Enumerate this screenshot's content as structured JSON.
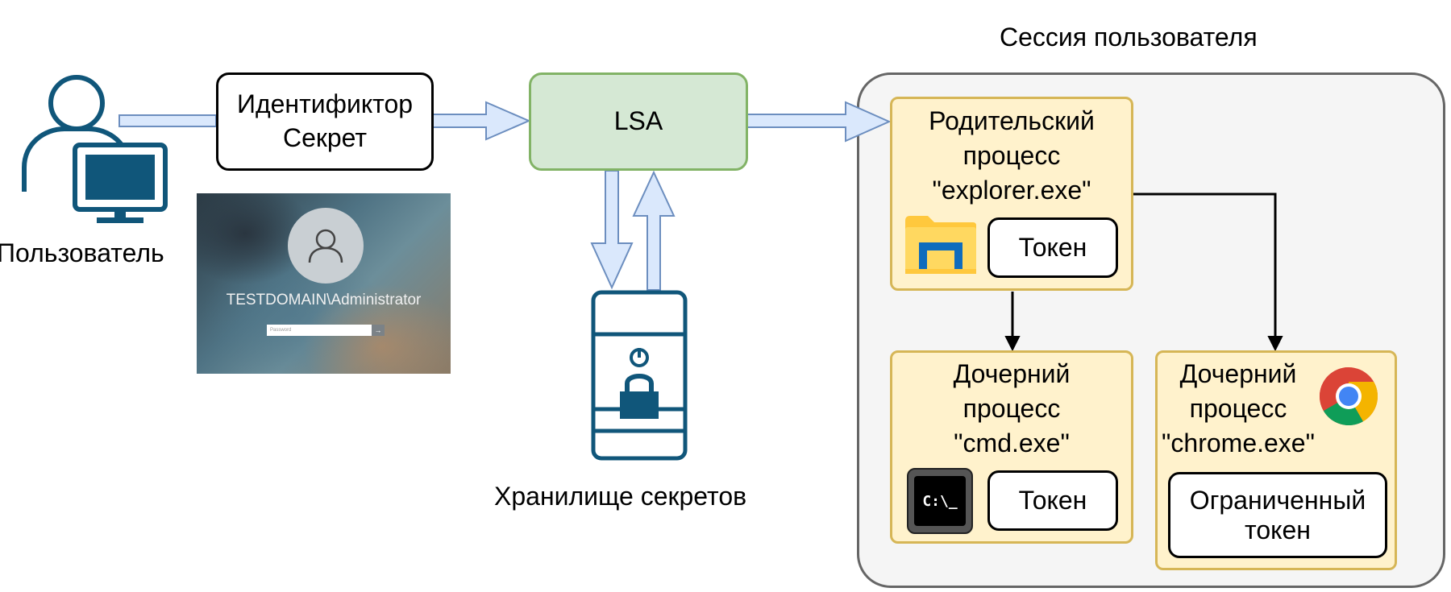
{
  "user": {
    "label": "Пользователь"
  },
  "credentials": {
    "line1": "Идентификтор",
    "line2": "Секрет"
  },
  "lsa": {
    "label": "LSA"
  },
  "storage": {
    "label": "Хранилище секретов"
  },
  "login_screen": {
    "username": "TESTDOMAIN\\Administrator",
    "password_placeholder": "Password",
    "submit_glyph": "→"
  },
  "session": {
    "title": "Сессия пользователя",
    "parent": {
      "lines": [
        "Родительский",
        "процесс",
        "\"explorer.exe\""
      ],
      "token": "Токен"
    },
    "child_cmd": {
      "lines": [
        "Дочерний",
        "процесс",
        "\"cmd.exe\""
      ],
      "token": "Токен",
      "icon_text": "C:\\_"
    },
    "child_chrome": {
      "lines": [
        "Дочерний",
        "процесс",
        "\"chrome.exe\""
      ],
      "token_line1": "Ограниченный",
      "token_line2": "токен"
    }
  },
  "colors": {
    "user_icon": "#10567a",
    "arrow_fill": "#dae8fc",
    "arrow_stroke": "#6c8ebf",
    "lsa_fill": "#d5e8d4",
    "lsa_stroke": "#82b366",
    "process_fill": "#fff2cc",
    "process_stroke": "#d6b656",
    "session_fill": "#f5f5f5",
    "session_stroke": "#666666"
  }
}
